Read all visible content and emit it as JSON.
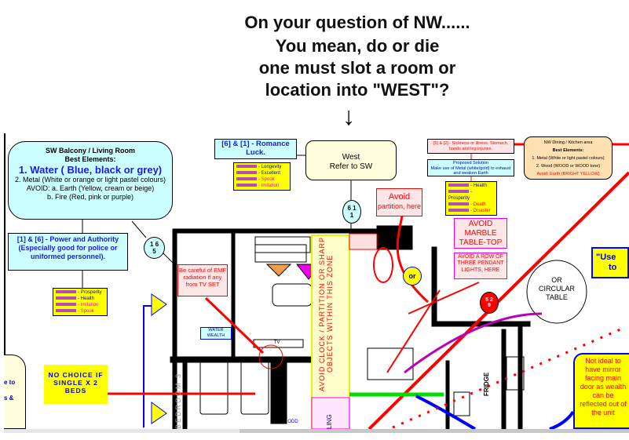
{
  "title_lines": [
    "On your question of NW......",
    "You mean, do or die",
    "one must slot a room or",
    "location into \"WEST\"?"
  ],
  "down_arrow": "↓",
  "sw_box": {
    "l1": "SW Balcony / Living Room",
    "l2": "Best Elements:",
    "l3": "1. Water ( Blue, black or grey)",
    "l4": "2. Metal (White or orange or light pastel colours)",
    "l5": "AVOID: a. Earth (Yellow, cream or beige)",
    "l6": "b. Fire (Red, pink or purple)"
  },
  "power_box": "[1] & [6] - Power and Authority (Especially good for police or uniformed personnel).",
  "legend_sw": [
    "- Prosperity",
    "- Health",
    "- Imitation",
    "- Spook"
  ],
  "circle_165": {
    "a": "1  6",
    "b": "5"
  },
  "romance_box": "[6] & [1] - Romance Luck.",
  "legend_romance": [
    "- Longevity",
    "- Excellent",
    "- Spook",
    "- Imitation"
  ],
  "west_box": {
    "l1": "West",
    "l2": "Refer to SW"
  },
  "circle_611": {
    "a": "6  1",
    "b": "1"
  },
  "avoid_partition": {
    "l1": "Avoid",
    "l2": "partition, here"
  },
  "sickness_box": "[5] & [2] - Sickness or illness. Stomach, hands and leg injuries.",
  "proposed_box": {
    "l1": "Proposed Solution",
    "l2": "Make use of Metal (white/gold) to exhaust and weaken Earth"
  },
  "legend_nw": [
    "- Health",
    "- Prosperity",
    "- Death",
    "- Disaster"
  ],
  "nw_box": {
    "l1": "NW Dining / Kitchen area",
    "l2": "Best Elements:",
    "l3": "1. Metal (White or light pastel colours)",
    "l4": "2. Wood (WOOD or WOOD tone)",
    "l5": "Avoid: Earth (BRIGHT YELLOW)"
  },
  "avoid_marble": "AVOID MARBLE TABLE-TOP",
  "avoid_row": "AVOID A ROW OF THREE PENDANT LIGHTS, HERE",
  "use_box": {
    "l1": "\"Use",
    "l2": "to"
  },
  "or_label": "or",
  "circular_table": {
    "l1": "OR",
    "l2": "CIRCULAR",
    "l3": "TABLE"
  },
  "circle_529": {
    "a": "5  2",
    "b": "9"
  },
  "be_careful": "Be careful of EMF radiation if any from TV SET",
  "water_wealth": "WATER WEALTH",
  "tv_label": "TV",
  "no_choice": "NO CHOICE IF SINGLE X 2 BEDS",
  "left_partial": {
    "l1": "e to",
    "l2": "s &"
  },
  "not_ideal": "Not ideal to have mirror facing main door as wealth can be reflected out of the unit",
  "zone_text": "AVOID CLOCK / PARTITION OR SHARP OBJECTS WITHIN THIS ZONE",
  "bedroom_label": "BEDROOM 3",
  "railing_label": "LING",
  "fridge_label": "FRIDGE",
  "odd_label": "ODD"
}
